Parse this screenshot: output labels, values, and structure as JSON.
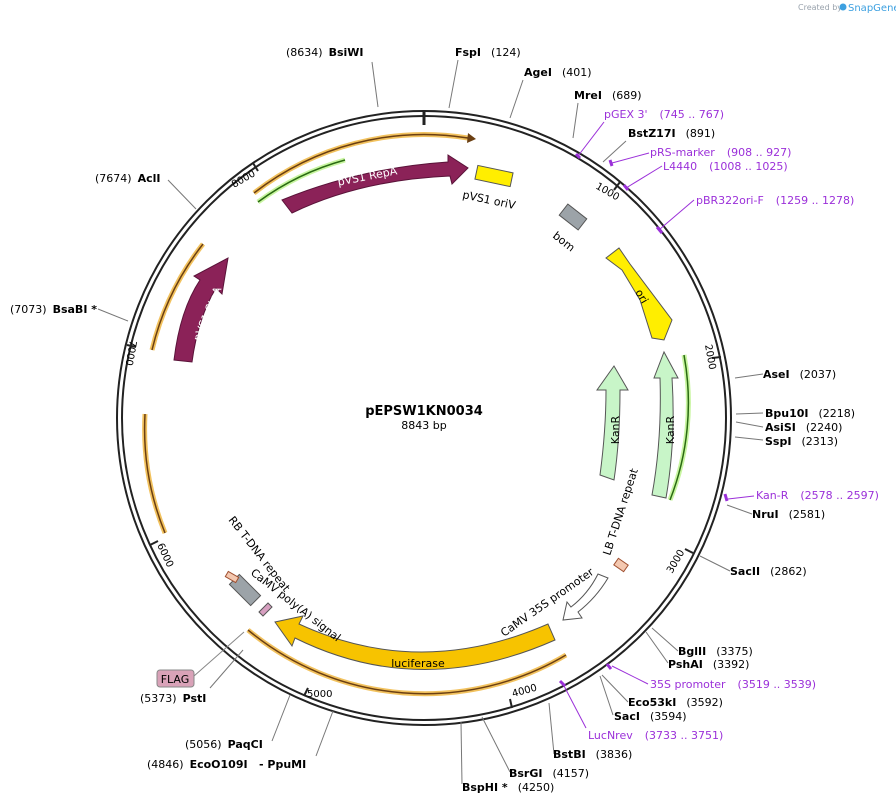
{
  "header": {
    "brand_prefix": "Created by",
    "brand_name": "SnapGene"
  },
  "plasmid": {
    "name": "pEPSW1KN0034",
    "length": "8843 bp"
  },
  "colors": {
    "backbone": "#222222",
    "primer": "#9b30d9",
    "repA": "#8b2258",
    "ori": "#ffee00",
    "kanR": "#c8f5c8",
    "luciferase": "#f7c300",
    "orf_outline": "#f2c25e",
    "grey_feature": "#9ca3a8"
  },
  "ticks": [
    "1000",
    "2000",
    "3000",
    "4000",
    "5000",
    "6000",
    "7000",
    "8000"
  ],
  "sites": [
    {
      "name": "BsiWI",
      "pos": "(8634)"
    },
    {
      "name": "FspI",
      "pos": "(124)"
    },
    {
      "name": "AgeI",
      "pos": "(401)"
    },
    {
      "name": "MreI",
      "pos": "(689)"
    },
    {
      "name": "BstZ17I",
      "pos": "(891)"
    },
    {
      "name": "AseI",
      "pos": "(2037)"
    },
    {
      "name": "Bpu10I",
      "pos": "(2218)"
    },
    {
      "name": "AsiSI",
      "pos": "(2240)"
    },
    {
      "name": "SspI",
      "pos": "(2313)"
    },
    {
      "name": "NruI",
      "pos": "(2581)"
    },
    {
      "name": "SacII",
      "pos": "(2862)"
    },
    {
      "name": "BglII",
      "pos": "(3375)"
    },
    {
      "name": "PshAI",
      "pos": "(3392)"
    },
    {
      "name": "Eco53kI",
      "pos": "(3592)"
    },
    {
      "name": "SacI",
      "pos": "(3594)"
    },
    {
      "name": "BstBI",
      "pos": "(3836)"
    },
    {
      "name": "BsrGI",
      "pos": "(4157)"
    },
    {
      "name": "BspHI *",
      "pos": "(4250)"
    },
    {
      "name": "EcoO109I",
      "pos": "(4846)"
    },
    {
      "name": "- PpuMI",
      "pos": ""
    },
    {
      "name": "PaqCI",
      "pos": "(5056)"
    },
    {
      "name": "PstI",
      "pos": "(5373)"
    },
    {
      "name": "BsaBI *",
      "pos": "(7073)"
    },
    {
      "name": "AclI",
      "pos": "(7674)"
    }
  ],
  "primers": [
    {
      "name": "pGEX 3'",
      "range": "(745 .. 767)"
    },
    {
      "name": "pRS-marker",
      "range": "(908 .. 927)"
    },
    {
      "name": "L4440",
      "range": "(1008 .. 1025)"
    },
    {
      "name": "pBR322ori-F",
      "range": "(1259 .. 1278)"
    },
    {
      "name": "Kan-R",
      "range": "(2578 .. 2597)"
    },
    {
      "name": "35S promoter",
      "range": "(3519 .. 3539)"
    },
    {
      "name": "LucNrev",
      "range": "(3733 .. 3751)"
    }
  ],
  "features": {
    "repA": "pVS1 RepA",
    "oriV": "pVS1 oriV",
    "bom": "bom",
    "ori": "ori",
    "kanR_1": "KanR",
    "kanR_2": "KanR",
    "lb": "LB T-DNA repeat",
    "promoter": "CaMV 35S promoter",
    "luciferase": "luciferase",
    "polyA": "CaMV poly(A) signal",
    "rb": "RB T-DNA repeat",
    "flag": "FLAG",
    "staA": "pVS1 StaA"
  }
}
